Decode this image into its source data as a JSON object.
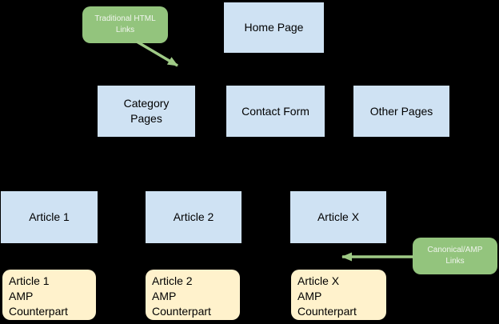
{
  "colors": {
    "background": "#000000",
    "page_box_fill": "#cfe2f3",
    "amp_box_fill": "#fff2cc",
    "callout_fill": "#93c47d",
    "callout_text": "#f1f5ee",
    "arrow": "#9fca86",
    "box_text": "#000000"
  },
  "nodes": {
    "home_page": {
      "label": "Home Page"
    },
    "category_pages": {
      "label": "Category\nPages"
    },
    "contact_form": {
      "label": "Contact Form"
    },
    "other_pages": {
      "label": "Other Pages"
    },
    "article_1": {
      "label": "Article 1"
    },
    "article_2": {
      "label": "Article 2"
    },
    "article_x": {
      "label": "Article X"
    },
    "article_1_amp": {
      "label": "Article 1\nAMP\nCounterpart"
    },
    "article_2_amp": {
      "label": "Article 2\nAMP\nCounterpart"
    },
    "article_x_amp": {
      "label": "Article X\nAMP\nCounterpart"
    }
  },
  "callouts": {
    "traditional": {
      "label": "Traditional HTML\nLinks"
    },
    "canonical": {
      "label": "Canonical/AMP\nLinks"
    }
  }
}
